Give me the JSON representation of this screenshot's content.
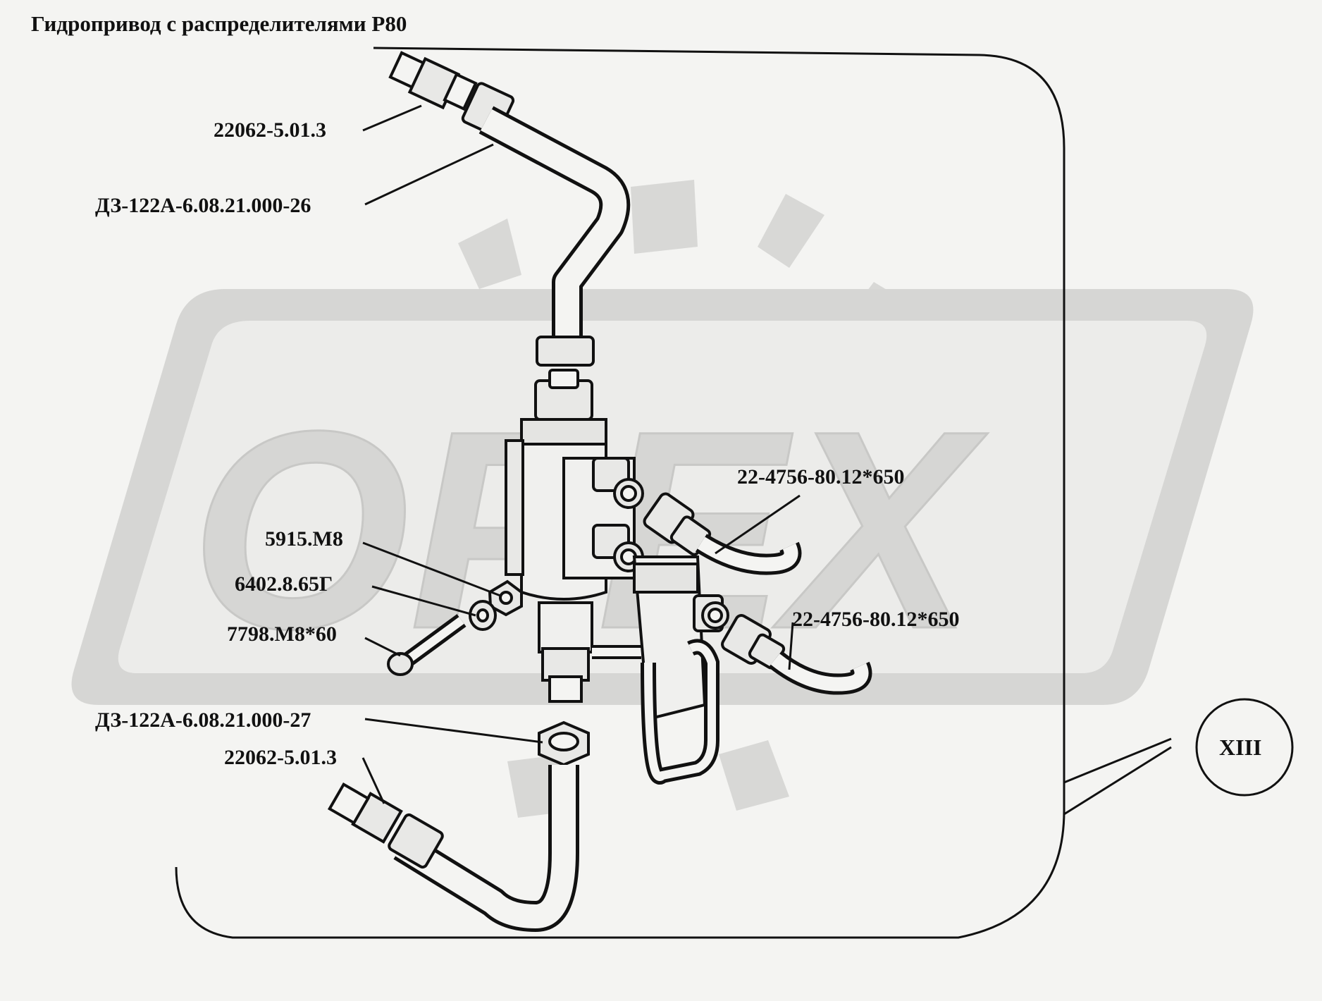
{
  "title": "Гидропривод с распределителями Р80",
  "callout": "XIII",
  "watermark": "ОРЕХ",
  "labels": {
    "nipple_top": "22062-5.01.3",
    "pipe_top": "ДЗ-122А-6.08.21.000-26",
    "hose_1": "22-4756-80.12*650",
    "nut": "5915.М8",
    "washer": "6402.8.65Г",
    "bolt": "7798.М8*60",
    "hose_2": "22-4756-80.12*650",
    "pipe_bottom": "ДЗ-122А-6.08.21.000-27",
    "nipple_bottom": "22062-5.01.3"
  },
  "colors": {
    "background": "#f4f4f2",
    "watermark": "#d6d6d4",
    "ink": "#111111"
  }
}
